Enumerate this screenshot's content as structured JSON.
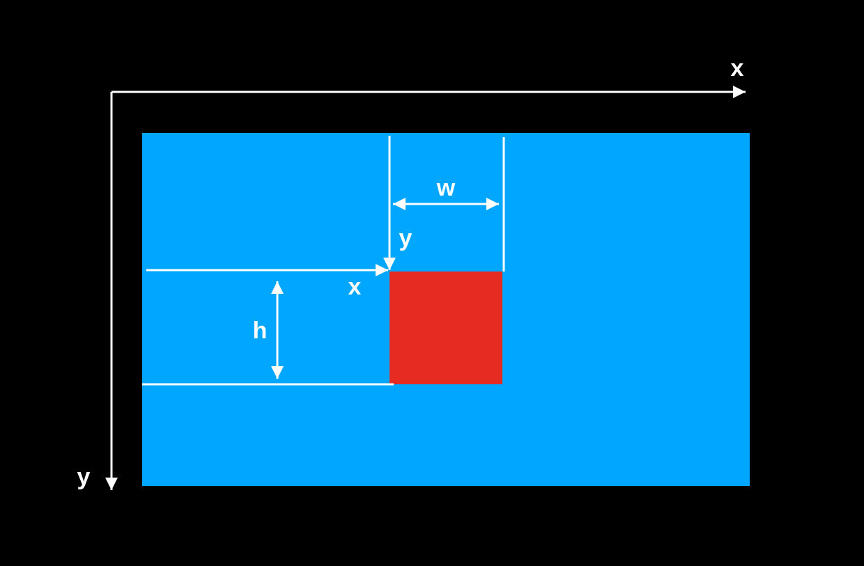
{
  "colors": {
    "background": "#000000",
    "canvas": "#00A6FF",
    "rect": "#E62B22",
    "stroke": "#FFFFFF"
  },
  "labels": {
    "outer_x": "x",
    "outer_y": "y",
    "inner_x": "x",
    "inner_y": "y",
    "width": "w",
    "height": "h"
  }
}
